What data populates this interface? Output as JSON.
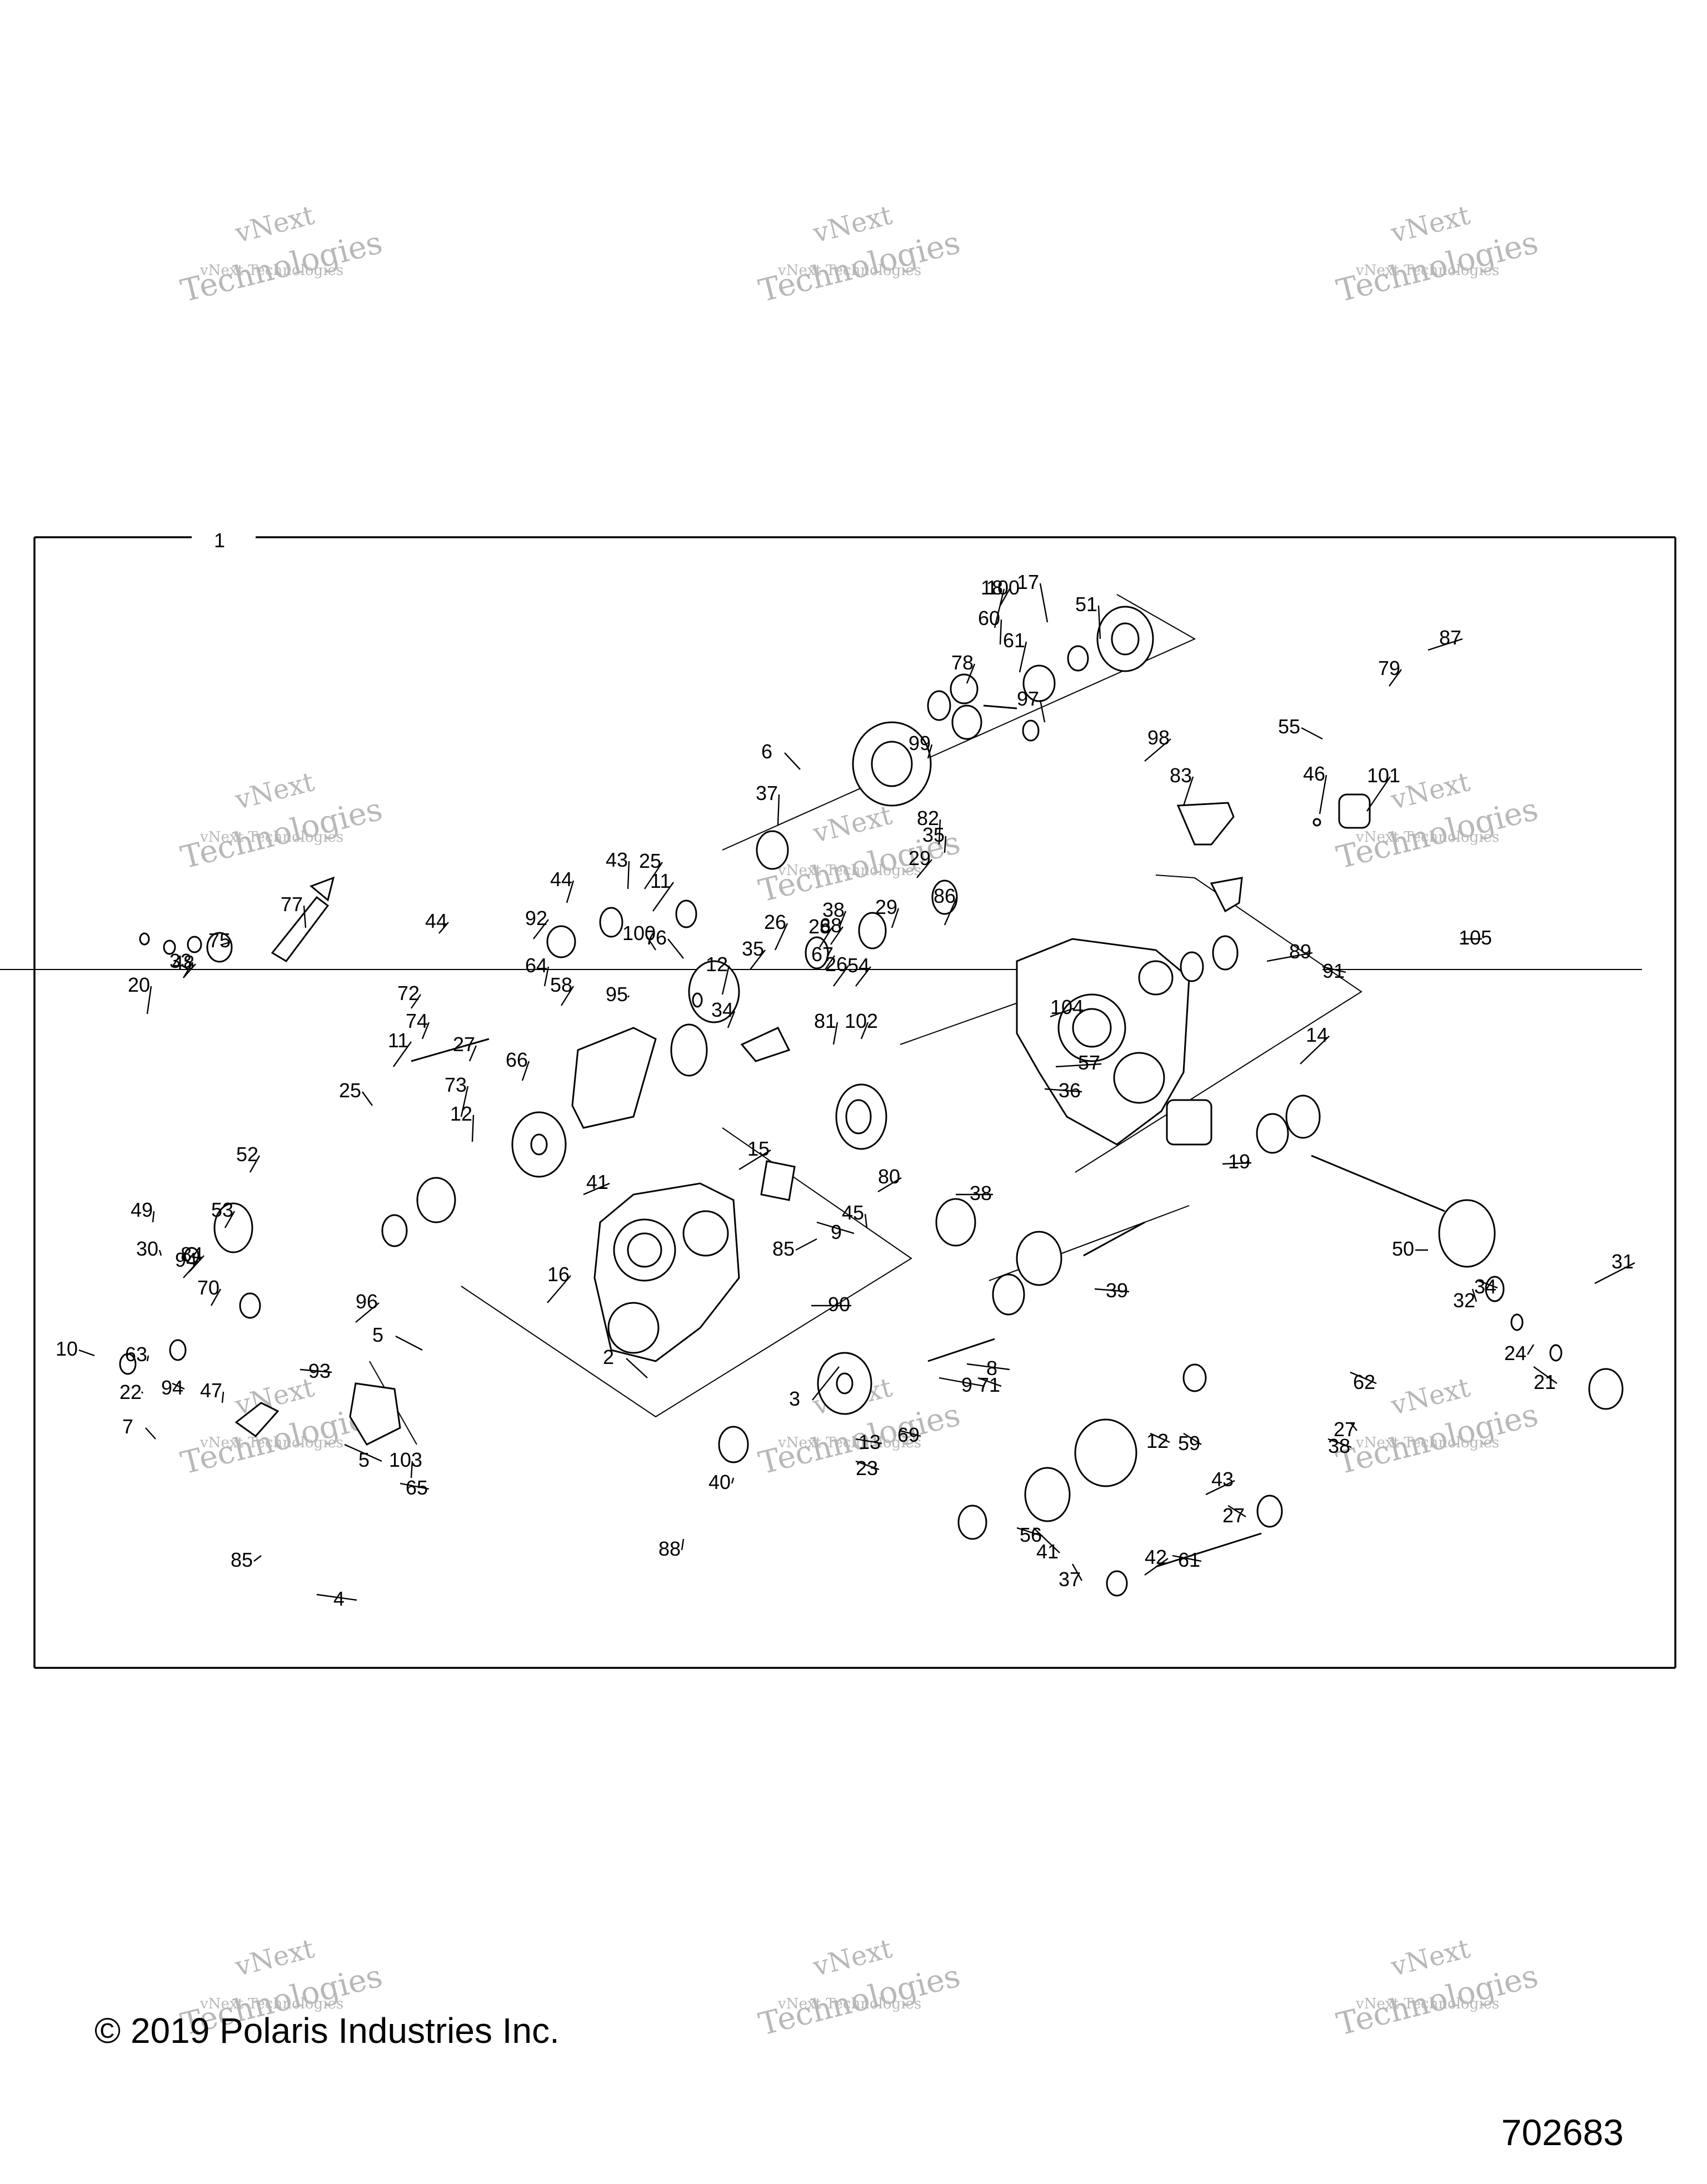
{
  "assembly_number": "1",
  "watermark": {
    "line1": "vNext Technologies",
    "line2": "vNext",
    "line3": "Technologies"
  },
  "callouts": [
    "2",
    "3",
    "4",
    "5",
    "5",
    "6",
    "7",
    "8",
    "9",
    "9",
    "10",
    "11",
    "11",
    "12",
    "12",
    "12",
    "13",
    "14",
    "15",
    "16",
    "17",
    "18",
    "19",
    "20",
    "21",
    "22",
    "23",
    "24",
    "25",
    "25",
    "26",
    "26",
    "27",
    "27",
    "27",
    "28",
    "29",
    "29",
    "30",
    "31",
    "32",
    "33",
    "34",
    "34",
    "35",
    "35",
    "36",
    "37",
    "37",
    "38",
    "38",
    "38",
    "39",
    "40",
    "41",
    "41",
    "42",
    "43",
    "43",
    "44",
    "44",
    "45",
    "46",
    "47",
    "48",
    "49",
    "50",
    "51",
    "52",
    "53",
    "54",
    "55",
    "56",
    "57",
    "58",
    "59",
    "60",
    "61",
    "61",
    "62",
    "63",
    "64",
    "65",
    "66",
    "67",
    "68",
    "69",
    "70",
    "71",
    "72",
    "73",
    "74",
    "75",
    "76",
    "77",
    "78",
    "79",
    "80",
    "81",
    "82",
    "83",
    "84",
    "85",
    "85",
    "86",
    "87",
    "88",
    "89",
    "90",
    "91",
    "92",
    "93",
    "94",
    "94",
    "95",
    "96",
    "97",
    "98",
    "99",
    "100",
    "100",
    "101",
    "102",
    "103",
    "104",
    "105"
  ],
  "footer": {
    "copyright": "© 2019 Polaris Industries Inc.",
    "diagram_id": "702683"
  }
}
